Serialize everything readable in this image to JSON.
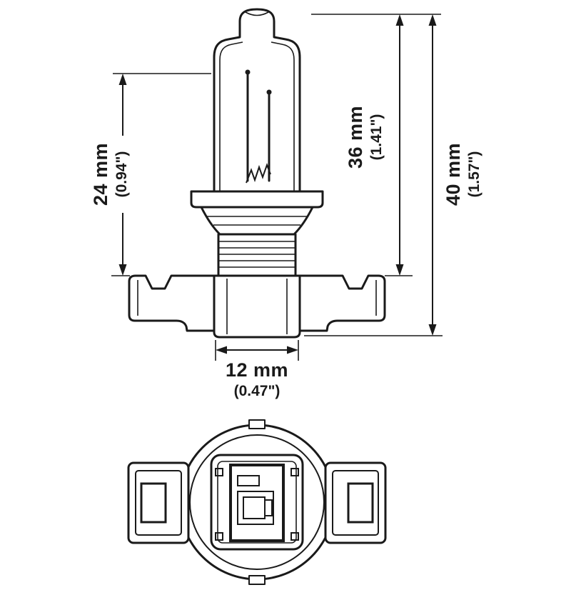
{
  "colors": {
    "ink": "#1a1a1a",
    "background": "#ffffff"
  },
  "diagram": {
    "views": {
      "side": "bulb-side-view",
      "bottom": "bulb-bottom-view"
    }
  },
  "dimensions": {
    "d24": {
      "label": "24 mm",
      "sublabel": "(0.94\")"
    },
    "d36": {
      "label": "36 mm",
      "sublabel": "(1.41\")"
    },
    "d40": {
      "label": "40 mm",
      "sublabel": "(1.57\")"
    },
    "d12": {
      "label": "12 mm",
      "sublabel": "(0.47\")"
    }
  }
}
